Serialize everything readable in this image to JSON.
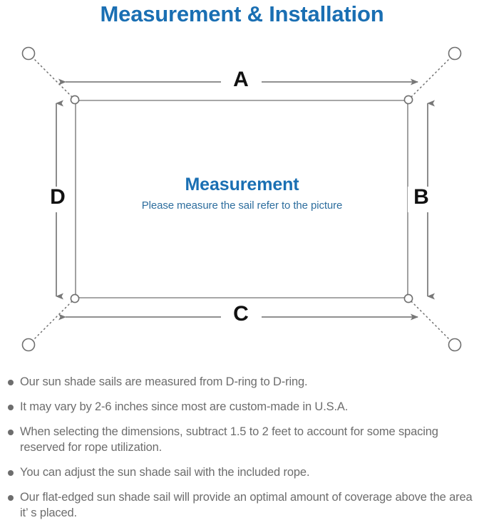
{
  "title": "Measurement & Installation",
  "colors": {
    "title_blue": "#1a6fb3",
    "subtitle_blue": "#2e6e9e",
    "line_gray": "#808080",
    "text_gray": "#6d6d6d",
    "label_black": "#111111",
    "background": "#ffffff"
  },
  "diagram": {
    "center": {
      "heading": "Measurement",
      "subtitle": "Please measure the sail refer to the picture"
    },
    "dimension_labels": {
      "top": "A",
      "right": "B",
      "bottom": "C",
      "left": "D"
    },
    "anchors": [
      {
        "name": "top-left-anchor-ring"
      },
      {
        "name": "top-right-anchor-ring"
      },
      {
        "name": "bottom-left-anchor-ring"
      },
      {
        "name": "bottom-right-anchor-ring"
      }
    ],
    "d_rings": [
      {
        "name": "top-left-d-ring"
      },
      {
        "name": "top-right-d-ring"
      },
      {
        "name": "bottom-left-d-ring"
      },
      {
        "name": "bottom-right-d-ring"
      }
    ]
  },
  "notes": [
    "Our sun shade sails are measured from D-ring to D-ring.",
    "It may vary by 2-6 inches since most are custom-made in U.S.A.",
    "When selecting the dimensions, subtract 1.5 to 2 feet to account for some spacing reserved for rope utilization.",
    "You can adjust the sun shade sail with the included rope.",
    "Our flat-edged sun shade sail will provide an optimal amount of coverage above the area it’ s placed."
  ]
}
